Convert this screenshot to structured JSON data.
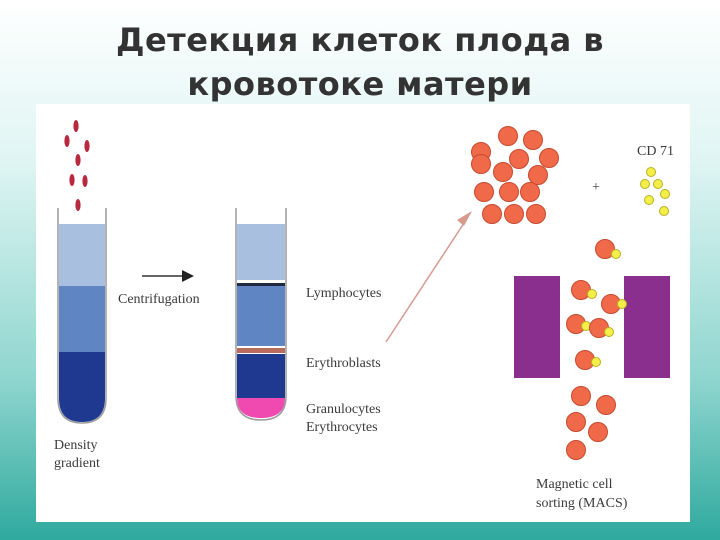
{
  "title": {
    "line1": "Детекция клеток плода в",
    "line2": "кровотоке матери"
  },
  "diagram": {
    "step_label": "Centrifugation",
    "density_label_1": "Density",
    "density_label_2": "gradient",
    "layers": {
      "lymphocytes": "Lymphocytes",
      "erythroblasts": "Erythroblasts",
      "granulocytes": "Granulocytes",
      "erythrocytes": "Erythrocytes"
    },
    "antibody_label": "CD 71",
    "plus_sign": "+",
    "macs_label_1": "Magnetic cell",
    "macs_label_2": "sorting (MACS)"
  },
  "colors": {
    "gradient_light": "#a9bfe0",
    "gradient_mid": "#5f86c3",
    "gradient_dark": "#1f3990",
    "cell": "#f06a4a",
    "bead": "#f4ee4a",
    "magnet": "#8b2f8f",
    "granulocyte_layer": "#f04ab0",
    "erythroblast_band": "#b86a5c",
    "blood_drop": "#b8283f"
  }
}
